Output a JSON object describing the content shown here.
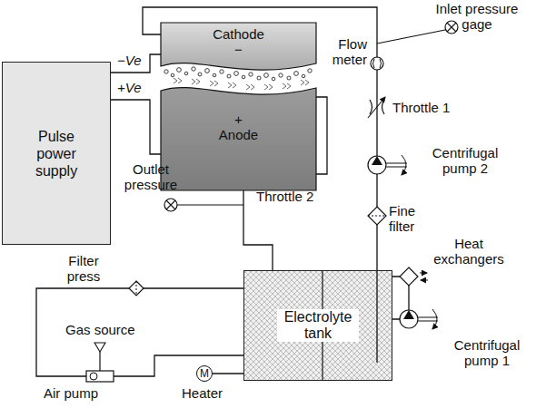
{
  "diagram": {
    "nodes": [
      {
        "text": [
          "Pulse power supply"
        ]
      },
      {
        "text": [
          "Cathode",
          "−"
        ]
      },
      {
        "text": [
          "+",
          "Anode"
        ]
      },
      {
        "text": [
          "Electrolyte tank"
        ]
      },
      {
        "text": [
          "M"
        ]
      }
    ],
    "edges": [
      {
        "from": 0,
        "to": 1,
        "arrow": "none",
        "label": "−Ve"
      },
      {
        "from": 0,
        "to": 2,
        "arrow": "none",
        "label": "+Ve"
      },
      {
        "from": 3,
        "to": 1,
        "arrow": "none"
      },
      {
        "from": 2,
        "to": 3,
        "arrow": "none"
      },
      {
        "from": 4,
        "to": 3,
        "arrow": "none"
      }
    ],
    "labels": [
      "Inlet pressure gage",
      "Flow meter",
      "Throttle 1",
      "Centrifugal pump 2",
      "Fine filter",
      "Heat exchangers",
      "Centrifugal pump 1",
      "Outlet pressure",
      "Throttle 2",
      "Filter press",
      "Gas source",
      "Air pump",
      "Heater"
    ]
  }
}
